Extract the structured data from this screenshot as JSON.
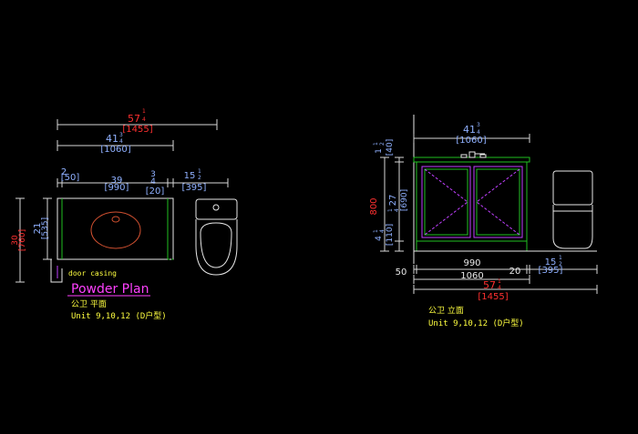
{
  "colors": {
    "background": "#000000",
    "dim_white": "#d8d8d8",
    "dim_text_blue": "#8fb0ff",
    "dim_text_red": "#ff3030",
    "dim_bracket_purple": "#8fb0ff",
    "counter_green": "#20c020",
    "fixture_white": "#e8e8e8",
    "sink_red": "#d05030",
    "door_purple": "#c040ff",
    "label_yellow": "#ffff40",
    "title_magenta": "#ff40ff"
  },
  "plan": {
    "dims": {
      "total_ft": "57",
      "total_frac_top": "1",
      "total_frac_bot": "4",
      "total_mm": "[1455]",
      "vanity_ft": "41",
      "vanity_frac_top": "3",
      "vanity_frac_bot": "4",
      "vanity_mm": "[1060]",
      "seg1_ft": "2",
      "seg1_mm": "[50]",
      "seg2_ft": "39",
      "seg2_mm": "[990]",
      "seg3_ft": "3",
      "seg3_frac": "4",
      "seg3_mm": "[20]",
      "seg4_ft": "15",
      "seg4_frac_top": "1",
      "seg4_frac_bot": "2",
      "seg4_mm": "[395]",
      "depth_ft": "21",
      "depth_mm": "[535]",
      "overall_depth_ft": "30",
      "overall_depth_mm": "[760]"
    },
    "door_label": "door casing",
    "title": "Powder Plan",
    "subtitle_cn": "公卫 平面",
    "unit_label": "Unit 9,10,12 (D户型)"
  },
  "elevation": {
    "dims": {
      "vanity_ft": "41",
      "vanity_frac_top": "3",
      "vanity_frac_bot": "4",
      "vanity_mm": "[1060]",
      "top_ft": "1",
      "top_frac_top": "1",
      "top_frac_bot": "2",
      "top_mm": "[40]",
      "height_mm": "800",
      "cab_ft": "27",
      "cab_frac_top": "1",
      "cab_frac_bot": "4",
      "cab_mm": "[690]",
      "base_ft": "4",
      "base_frac_top": "1",
      "base_frac_bot": "4",
      "base_mm": "[110]",
      "bottom_990": "990",
      "bottom_20": "20",
      "bottom_1060": "1060",
      "bottom_50": "50",
      "bottom_15": "15",
      "bottom_15_frac_top": "1",
      "bottom_15_frac_bot": "2",
      "bottom_395": "[395]",
      "bottom_57": "57",
      "bottom_57_frac_top": "1",
      "bottom_57_frac_bot": "4",
      "bottom_1455": "[1455]"
    },
    "subtitle_cn": "公卫 立面",
    "unit_label": "Unit 9,10,12 (D户型)"
  }
}
